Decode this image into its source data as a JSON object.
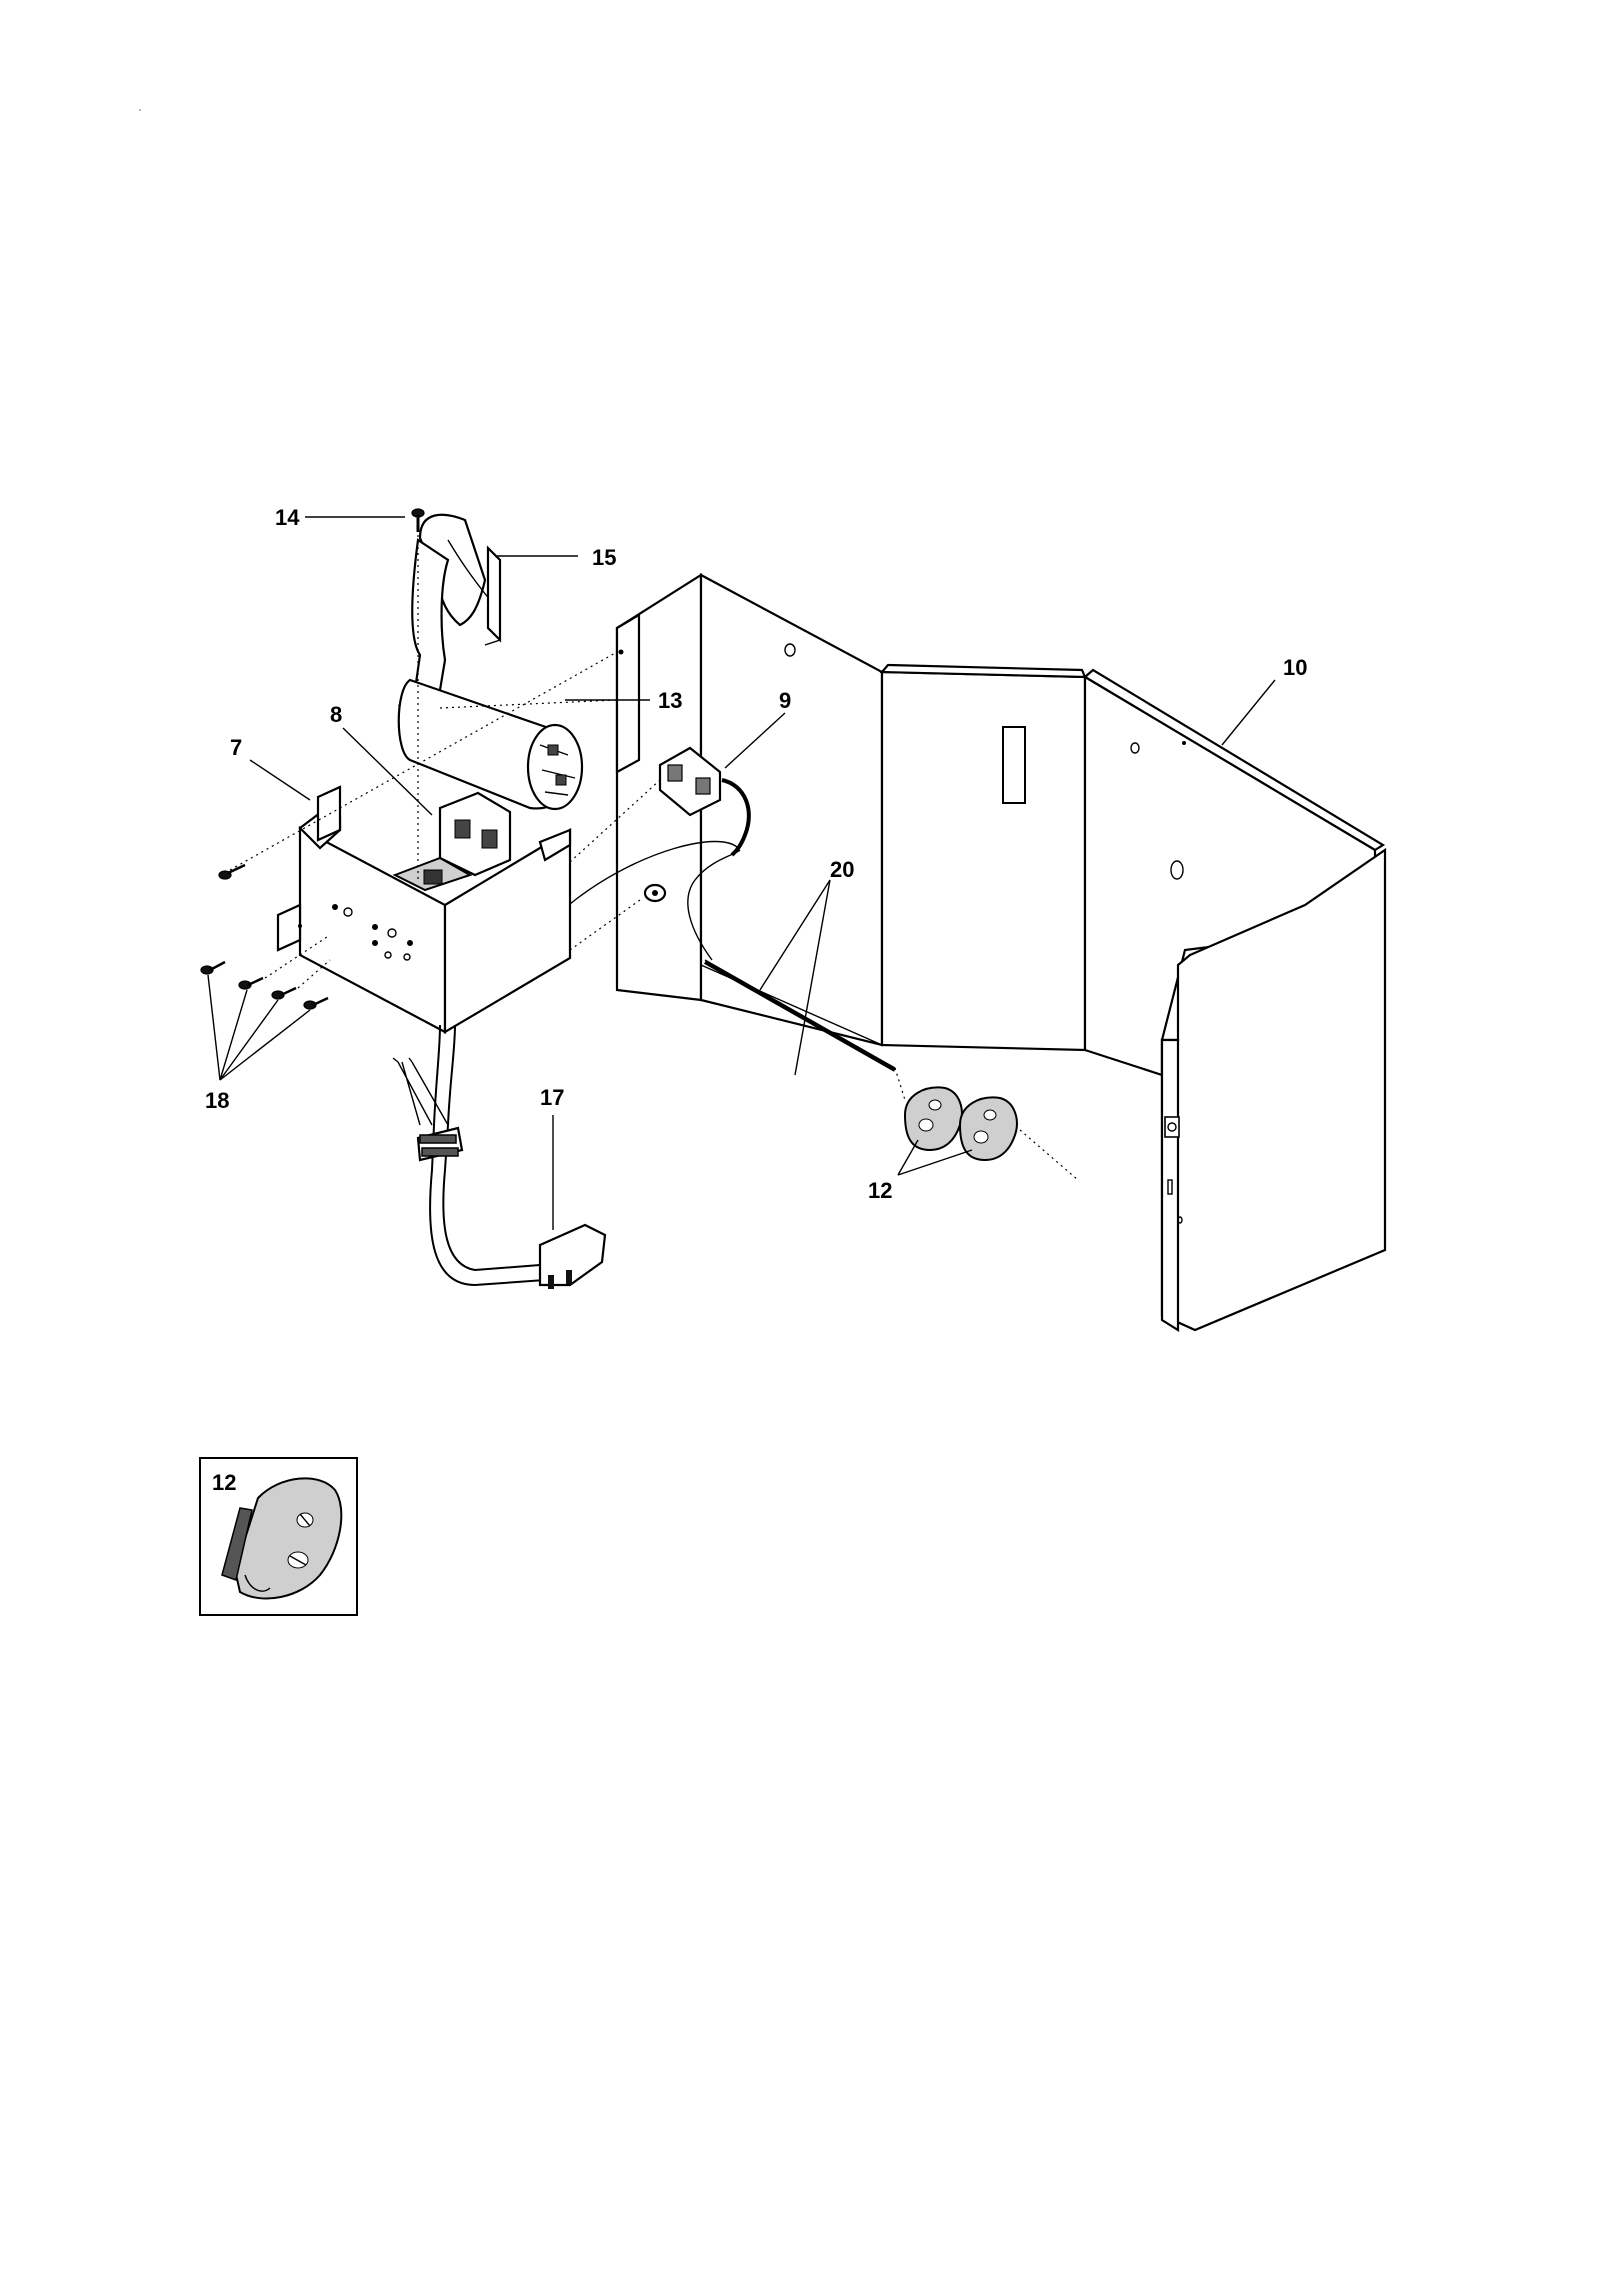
{
  "callouts": {
    "c14": "14",
    "c15": "15",
    "c13": "13",
    "c9": "9",
    "c10": "10",
    "c8": "8",
    "c7": "7",
    "c20": "20",
    "c18": "18",
    "c17": "17",
    "c12": "12"
  },
  "inset": {
    "label": "12"
  }
}
